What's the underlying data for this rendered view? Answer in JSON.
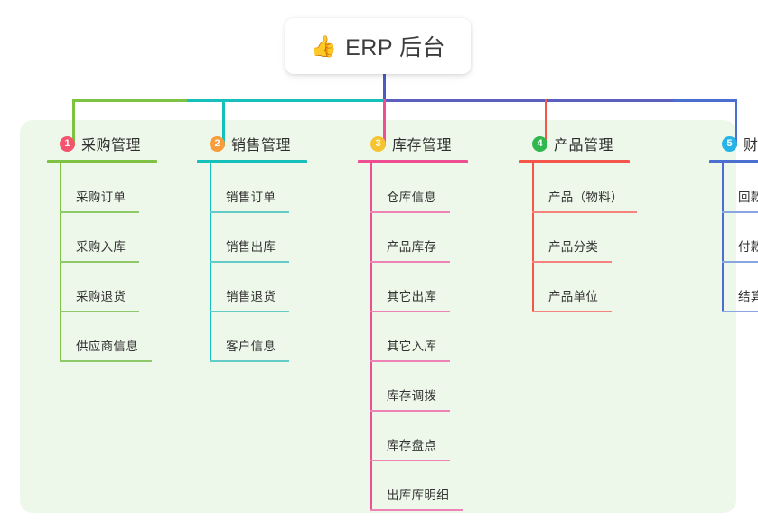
{
  "root": {
    "emoji": "👍",
    "emoji_name": "thumbs-up-icon",
    "title": "ERP 后台"
  },
  "palette": {
    "panel_bg": "#eef8ea",
    "card_bg": "#ffffff",
    "text": "#333333"
  },
  "columns": [
    {
      "index": "1",
      "badge_color": "#f4546e",
      "line_color": "#7ec243",
      "rule_color": "#8ec96a",
      "title": "采购管理",
      "head_rule_width": 122,
      "items": [
        {
          "label": "采购订单",
          "rule_width": 88
        },
        {
          "label": "采购入库",
          "rule_width": 88
        },
        {
          "label": "采购退货",
          "rule_width": 88
        },
        {
          "label": "供应商信息",
          "rule_width": 102
        }
      ]
    },
    {
      "index": "2",
      "badge_color": "#f89d3b",
      "line_color": "#16c0ba",
      "rule_color": "#63ccc6",
      "title": "销售管理",
      "head_rule_width": 122,
      "items": [
        {
          "label": "销售订单",
          "rule_width": 88
        },
        {
          "label": "销售出库",
          "rule_width": 88
        },
        {
          "label": "销售退货",
          "rule_width": 88
        },
        {
          "label": "客户信息",
          "rule_width": 88
        }
      ]
    },
    {
      "index": "3",
      "badge_color": "#f6c431",
      "line_color": "#ee4f93",
      "rule_color": "#f083b5",
      "title": "库存管理",
      "head_rule_width": 122,
      "items": [
        {
          "label": "仓库信息",
          "rule_width": 88
        },
        {
          "label": "产品库存",
          "rule_width": 88
        },
        {
          "label": "其它出库",
          "rule_width": 88
        },
        {
          "label": "其它入库",
          "rule_width": 88
        },
        {
          "label": "库存调拨",
          "rule_width": 88
        },
        {
          "label": "库存盘点",
          "rule_width": 88
        },
        {
          "label": "出库库明细",
          "rule_width": 102
        }
      ]
    },
    {
      "index": "4",
      "badge_color": "#2fb84e",
      "line_color": "#f5564c",
      "rule_color": "#f5857c",
      "title": "产品管理",
      "head_rule_width": 122,
      "items": [
        {
          "label": "产品（物料）",
          "rule_width": 116
        },
        {
          "label": "产品分类",
          "rule_width": 88
        },
        {
          "label": "产品单位",
          "rule_width": 88
        }
      ]
    },
    {
      "index": "5",
      "badge_color": "#26b4e8",
      "line_color": "#4a6fd0",
      "rule_color": "#8aa6e0",
      "title": "财务管理",
      "head_rule_width": 122,
      "items": [
        {
          "label": "回款单",
          "rule_width": 76
        },
        {
          "label": "付款单",
          "rule_width": 76
        },
        {
          "label": "结算账户",
          "rule_width": 88
        }
      ]
    }
  ]
}
